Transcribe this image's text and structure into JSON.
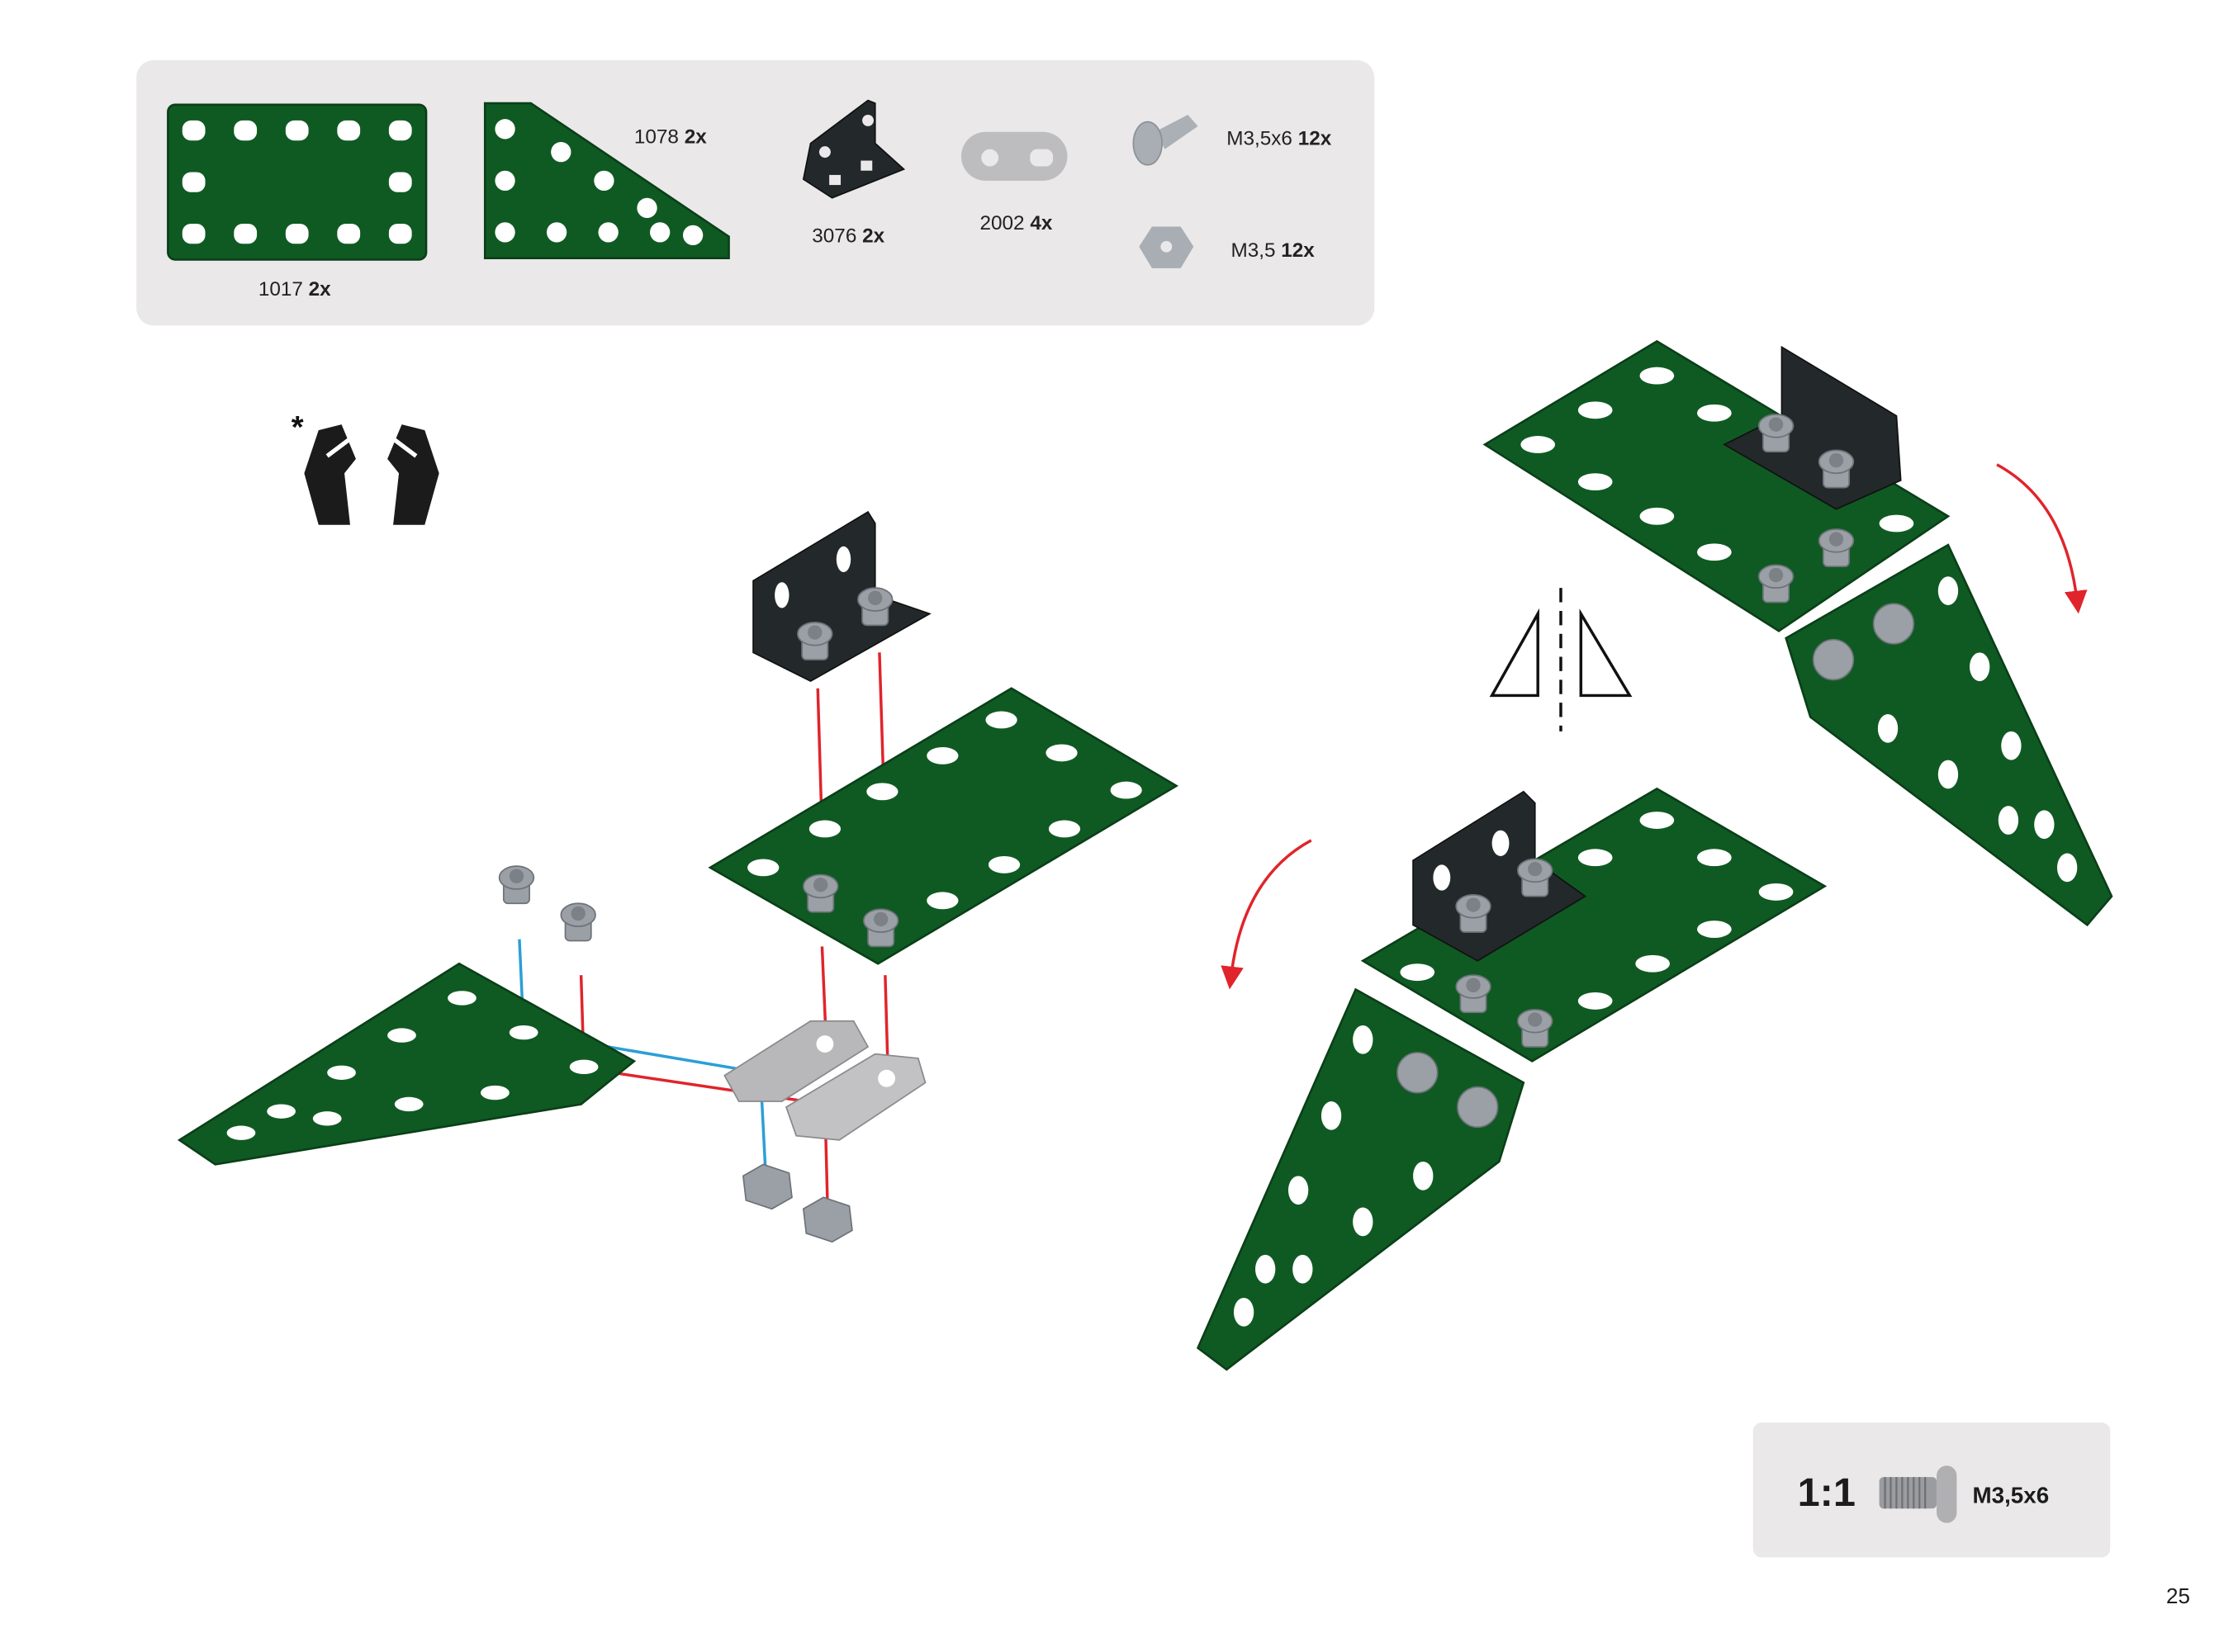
{
  "parts_list": {
    "items": [
      {
        "code": "1017",
        "qty": "2x"
      },
      {
        "code": "1078",
        "qty": "2x"
      },
      {
        "code": "3076",
        "qty": "2x"
      },
      {
        "code": "2002",
        "qty": "4x"
      },
      {
        "code": "M3,5x6",
        "qty": "12x"
      },
      {
        "code": "M3,5",
        "qty": "12x"
      }
    ]
  },
  "note_marker": "*",
  "scale_box": {
    "ratio": "1:1",
    "label": "M3,5x6"
  },
  "page_number": "25",
  "colors": {
    "plate": "#0f5a22",
    "panel": "#eae8e9",
    "arrow": "#e0242b",
    "guide_blue": "#2a9fd6"
  }
}
